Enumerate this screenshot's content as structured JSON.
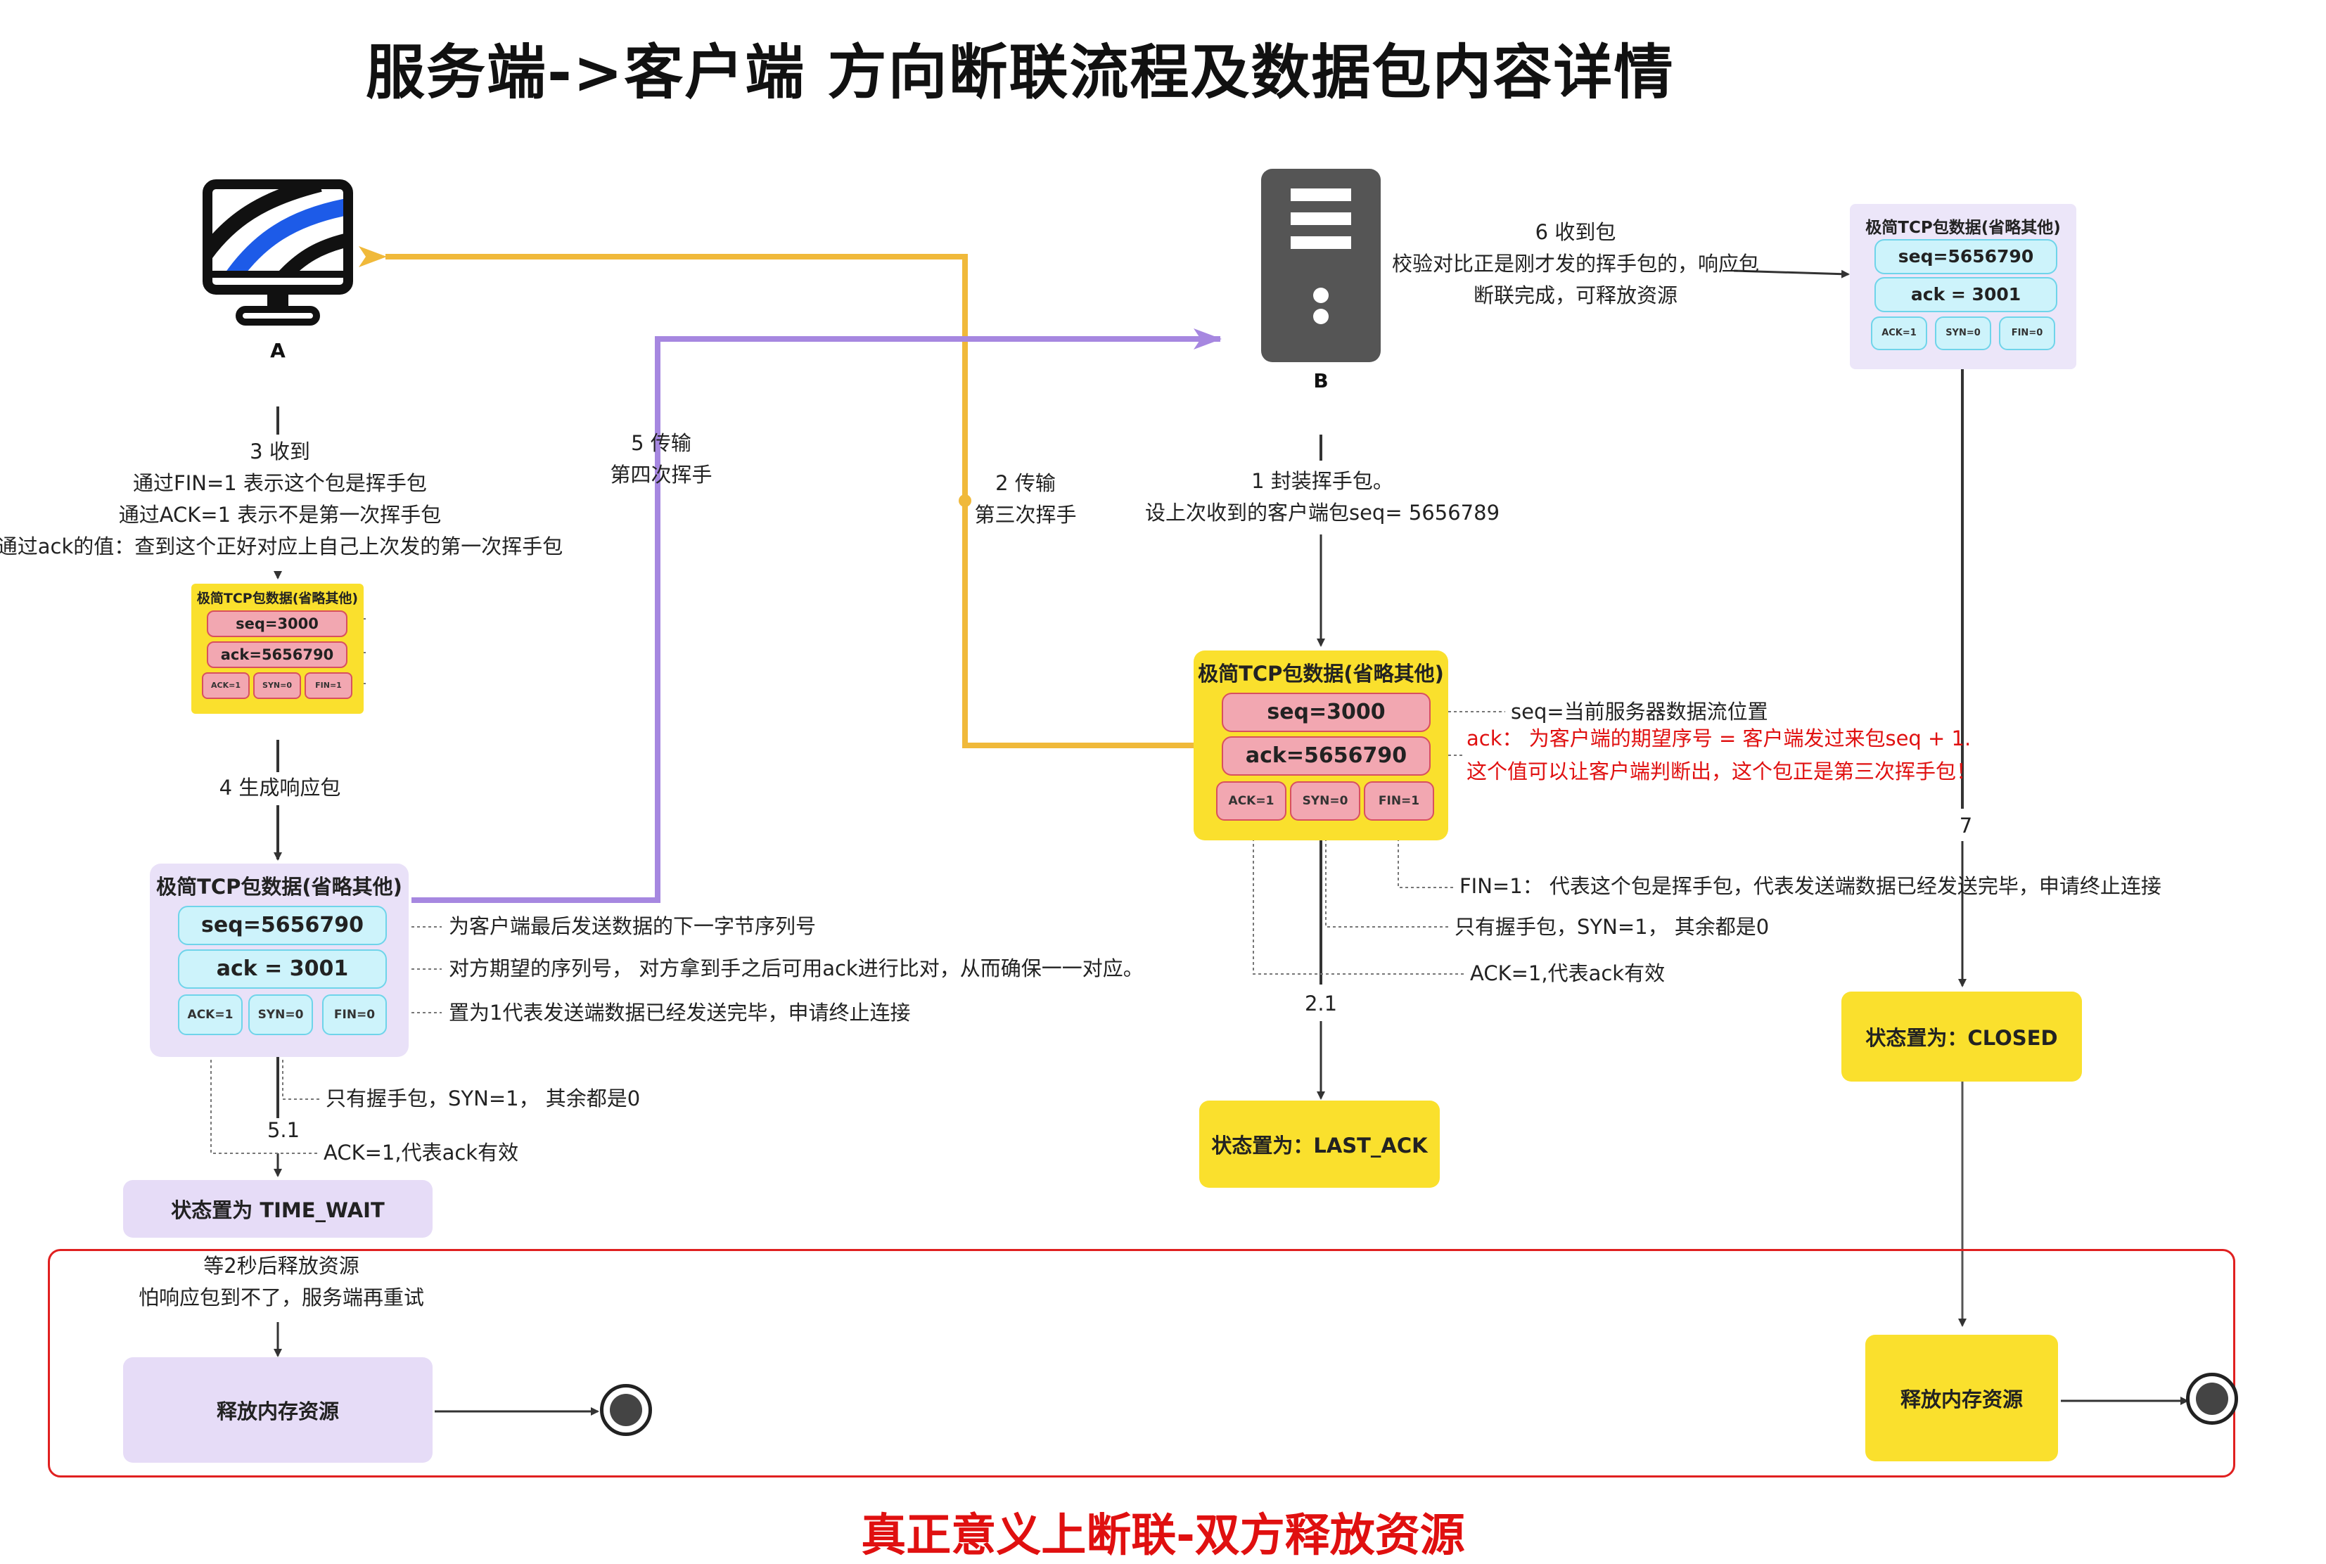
{
  "title": "服务端->客户端   方向断联流程及数据包内容详情",
  "bottom_title": "真正意义上断联-双方释放资源",
  "nodes": {
    "client_label": "A",
    "server_label": "B"
  },
  "packet_header": "极简TCP包数据(省略其他)",
  "packets": {
    "server_fin": {
      "seq": "seq=3000",
      "ack": "ack=5656790",
      "flags": [
        "ACK=1",
        "SYN=0",
        "FIN=1"
      ]
    },
    "client_received": {
      "seq": "seq=3000",
      "ack": "ack=5656790",
      "flags": [
        "ACK=1",
        "SYN=0",
        "FIN=1"
      ]
    },
    "client_reply": {
      "seq": "seq=5656790",
      "ack": "ack = 3001",
      "flags": [
        "ACK=1",
        "SYN=0",
        "FIN=0"
      ]
    },
    "server_received": {
      "seq": "seq=5656790",
      "ack": "ack = 3001",
      "flags": [
        "ACK=1",
        "SYN=0",
        "FIN=0"
      ]
    }
  },
  "steps": {
    "s1": [
      "1 封装挥手包。",
      "设上次收到的客户端包seq= 5656789"
    ],
    "s2": [
      "2 传输",
      "第三次挥手"
    ],
    "s2_1": "2.1",
    "s3": [
      "3 收到",
      "通过FIN=1 表示这个包是挥手包",
      "通过ACK=1 表示不是第一次挥手包",
      "通过ack的值：查到这个正好对应上自己上次发的第一次挥手包"
    ],
    "s4": "4 生成响应包",
    "s5": [
      "5 传输",
      "第四次挥手"
    ],
    "s5_1": "5.1",
    "s6": [
      "6 收到包",
      "校验对比正是刚才发的挥手包的，响应包",
      "断联完成，可释放资源"
    ],
    "s7": "7"
  },
  "annotations": {
    "server_seq": "seq=当前服务器数据流位置",
    "server_ack_1": "ack：  为客户端的期望序号 = 客户端发过来包seq + 1.",
    "server_ack_2": "这个值可以让客户端判断出，这个包正是第三次挥手包！",
    "server_fin": "FIN=1：  代表这个包是挥手包，代表发送端数据已经发送完毕，申请终止连接",
    "server_syn": "只有握手包，SYN=1，  其余都是0",
    "server_ackflag": "ACK=1,代表ack有效",
    "client_seq": "为客户端最后发送数据的下一字节序列号",
    "client_ack": "对方期望的序列号，  对方拿到手之后可用ack进行比对，从而确保一一对应。",
    "client_fin": "置为1代表发送端数据已经发送完毕，申请终止连接",
    "client_syn": "只有握手包，SYN=1，  其余都是0",
    "client_ackflag": "ACK=1,代表ack有效",
    "wait_1": "等2秒后释放资源",
    "wait_2": "怕响应包到不了，服务端再重试"
  },
  "states": {
    "last_ack": "状态置为：LAST_ACK",
    "closed": "状态置为：CLOSED",
    "time_wait": "状态置为 TIME_WAIT",
    "release_client": "释放内存资源",
    "release_server": "释放内存资源"
  },
  "colors": {
    "yellow_arrow": "#f0b93a",
    "purple_arrow": "#a687e0",
    "state_yellow": "#fae02d",
    "state_lavender": "#e6dcf7",
    "frame_red": "#e02020",
    "packet_pink": "#f2a7b1",
    "packet_cyan": "#cdf3fb"
  },
  "icons": [
    "monitor-icon",
    "server-icon",
    "end-node-icon"
  ]
}
